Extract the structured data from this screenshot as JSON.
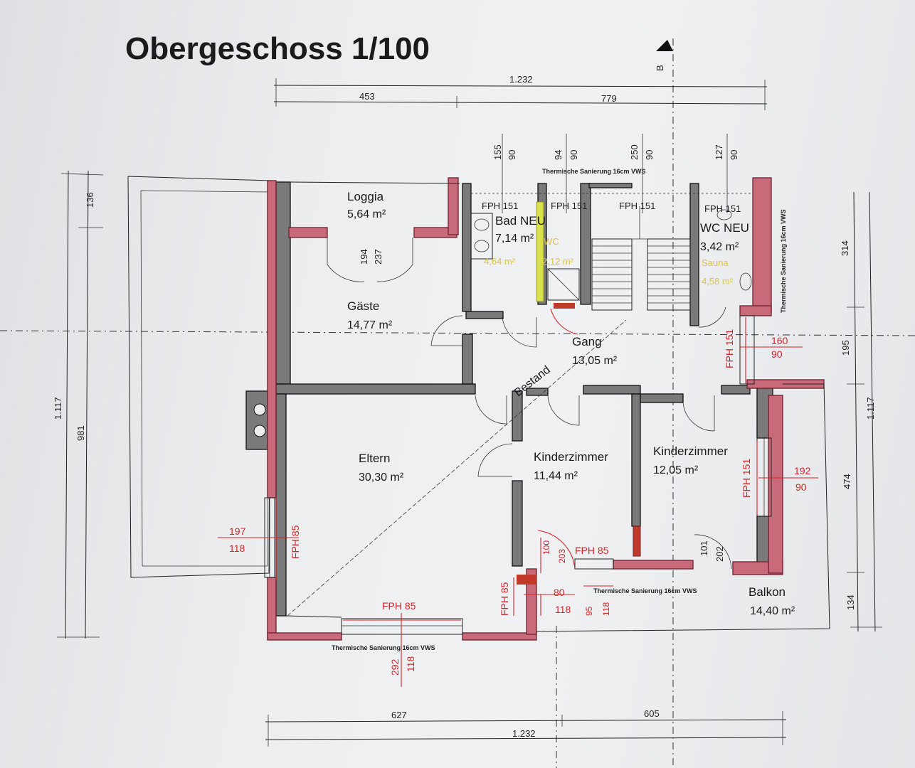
{
  "title": "Obergeschoss 1/100",
  "section_marker": "B",
  "dimensions": {
    "top_total": "1.232",
    "top_left": "453",
    "top_right": "779",
    "bottom_left": "627",
    "bottom_right": "605",
    "bottom_total": "1.232",
    "left_outer": "1.117",
    "left_inner": "981",
    "left_top": "136",
    "right_outer": "1.117",
    "right_top": "314",
    "right_mid": "195",
    "right_low": "474",
    "right_bottom": "134",
    "top_openings": [
      {
        "a": "155",
        "b": "90"
      },
      {
        "a": "94",
        "b": "90"
      },
      {
        "a": "250",
        "b": "90"
      },
      {
        "a": "127",
        "b": "90"
      }
    ]
  },
  "rooms": [
    {
      "name": "Loggia",
      "area": "5,64 m²"
    },
    {
      "name": "Gäste",
      "area": "14,77 m²"
    },
    {
      "name": "Bad NEU",
      "area": "7,14 m²"
    },
    {
      "name": "WC NEU",
      "area": "3,42 m²"
    },
    {
      "name": "Gang",
      "area": "13,05 m²"
    },
    {
      "name": "Eltern",
      "area": "30,30 m²"
    },
    {
      "name": "Kinderzimmer",
      "area": "11,44 m²"
    },
    {
      "name": "Kinderzimmer",
      "area": "12,05 m²"
    },
    {
      "name": "Balkon",
      "area": "14,40 m²"
    }
  ],
  "overlay_faint": {
    "bad_wc": "WC",
    "bad_a": "4,64 m²",
    "bad_b": "2,12 m²",
    "sauna": "Sauna",
    "sauna_area": "4,58 m²"
  },
  "labels": {
    "bestand": "Bestand",
    "thermal_top": "Thermische Sanierung 16cm VWS",
    "thermal_mid": "Thermische Sanierung 16cm VWS",
    "thermal_bottom": "Thermische Sanierung 16cm VWS",
    "fph151_a": "FPH 151",
    "fph151_b": "FPH 151",
    "fph151_c": "FPH 151",
    "fph151_d": "FPH 151",
    "door_194": "194",
    "door_237": "237"
  },
  "window_marks": [
    {
      "label": "FPH 85",
      "w": "197",
      "h": "118"
    },
    {
      "label": "FPH 85",
      "w": "292",
      "h": "118"
    },
    {
      "label": "FPH 85",
      "w": "80",
      "h": "118"
    },
    {
      "label": "FPH 85",
      "w": "100",
      "h": "203"
    },
    {
      "label": "FPH 85",
      "w": "95",
      "h": "118"
    },
    {
      "label": "FPH 151",
      "w": "192",
      "h": "90"
    },
    {
      "label": "FPH 151",
      "w": "160",
      "h": "90"
    },
    {
      "label": "",
      "w": "101",
      "h": "202"
    }
  ],
  "colors": {
    "new_wall": "#c86a7a",
    "existing_wall": "#7a7a7a",
    "new_opening": "#d3262b"
  }
}
